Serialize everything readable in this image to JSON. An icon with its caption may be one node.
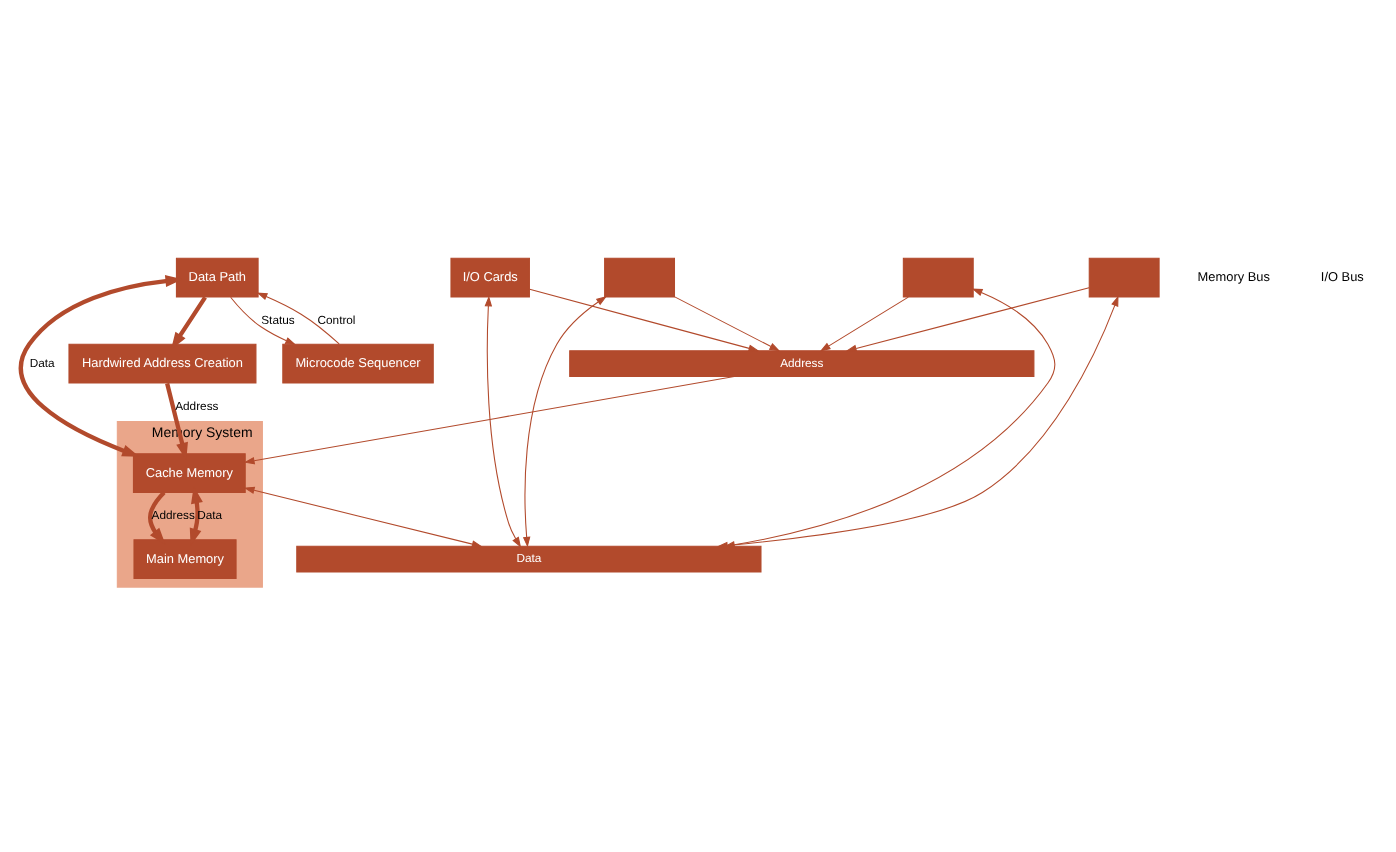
{
  "diagram": {
    "nodes": [
      {
        "text": [
          "Memory System"
        ]
      },
      {
        "text": [
          "Data Path"
        ]
      },
      {
        "text": [
          "Cache Memory"
        ],
        "in": 0
      },
      {
        "text": [
          "Microcode Sequencer"
        ]
      },
      {
        "text": [
          "Hardwired Address Creation"
        ]
      },
      {
        "text": [
          "Main Memory"
        ],
        "in": 0
      },
      {
        "text": [
          "Address"
        ]
      },
      {
        "text": [
          "Data"
        ]
      },
      {
        "text": [
          "I/O Cards"
        ]
      },
      {
        "text": [],
        "shape": "box"
      },
      {
        "text": [],
        "shape": "box"
      },
      {
        "text": [],
        "shape": "box"
      }
    ],
    "edges": [
      {
        "from": 3,
        "to": 1,
        "arrow": "to",
        "label": "Control"
      },
      {
        "from": 1,
        "to": 3,
        "arrow": "to",
        "label": "Status"
      },
      {
        "from": 1,
        "to": 2,
        "arrow": "both",
        "label": "Data",
        "style": "thick"
      },
      {
        "from": 1,
        "to": 4,
        "arrow": "to",
        "style": "thick"
      },
      {
        "from": 4,
        "to": 2,
        "arrow": "to",
        "label": "Address",
        "style": "thick"
      },
      {
        "from": 2,
        "to": 5,
        "arrow": "to",
        "label": "Address",
        "style": "thick"
      },
      {
        "from": 5,
        "to": 2,
        "arrow": "both",
        "label": "Data",
        "style": "thick"
      },
      {
        "from": 6,
        "to": 2,
        "arrow": "to"
      },
      {
        "from": 2,
        "to": 7,
        "arrow": "both"
      },
      {
        "from": 9,
        "to": 6,
        "arrow": "to"
      },
      {
        "from": 9,
        "to": 7,
        "arrow": "both"
      },
      {
        "from": 10,
        "to": 6,
        "arrow": "to"
      },
      {
        "from": 10,
        "to": 7,
        "arrow": "both"
      },
      {
        "from": 11,
        "to": 6,
        "arrow": "to"
      },
      {
        "from": 11,
        "to": 7,
        "arrow": "both"
      },
      {
        "from": 8,
        "to": 6,
        "arrow": "to"
      },
      {
        "from": 8,
        "to": 7,
        "arrow": "both"
      }
    ],
    "labels": [
      "Memory Bus",
      "I/O Bus"
    ]
  }
}
